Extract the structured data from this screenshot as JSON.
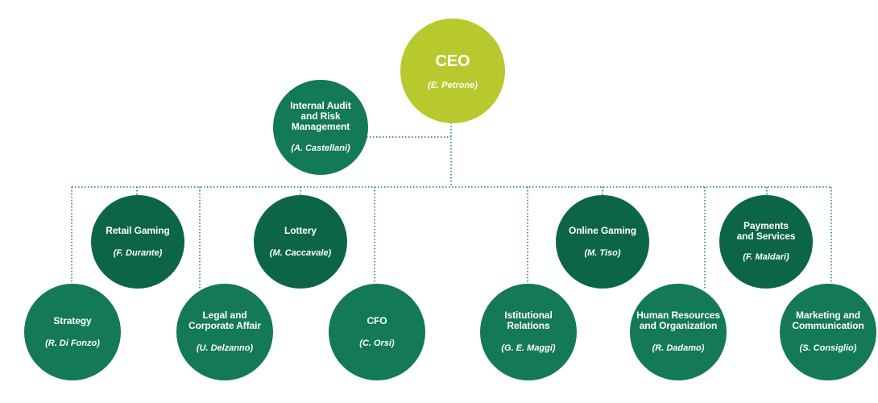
{
  "colors": {
    "ceo": "#b8c92e",
    "row_upper": "#0d6547",
    "row_lower": "#137957",
    "connector": "#1f7a4d"
  },
  "ceo": {
    "title": "CEO",
    "name": "(E. Petrone)"
  },
  "internal_audit": {
    "title": "Internal Audit\nand Risk\nManagement",
    "name": "(A. Castellani)"
  },
  "retail_gaming": {
    "title": "Retail Gaming",
    "name": "(F. Durante)"
  },
  "lottery": {
    "title": "Lottery",
    "name": "(M. Caccavale)"
  },
  "online_gaming": {
    "title": "Online Gaming",
    "name": "(M. Tiso)"
  },
  "payments": {
    "title": "Payments\nand Services",
    "name": "(F. Maldari)"
  },
  "strategy": {
    "title": "Strategy",
    "name": "(R. Di Fonzo)"
  },
  "legal": {
    "title": "Legal and\nCorporate Affair",
    "name": "(U. Delzanno)"
  },
  "cfo": {
    "title": "CFO",
    "name": "(C. Orsi)"
  },
  "institutional": {
    "title": "Istitutional\nRelations",
    "name": "(G. E. Maggi)"
  },
  "hr": {
    "title": "Human Resources\nand Organization",
    "name": "(R. Dadamo)"
  },
  "marketing": {
    "title": "Marketing and\nCommunication",
    "name": "(S. Consiglio)"
  }
}
